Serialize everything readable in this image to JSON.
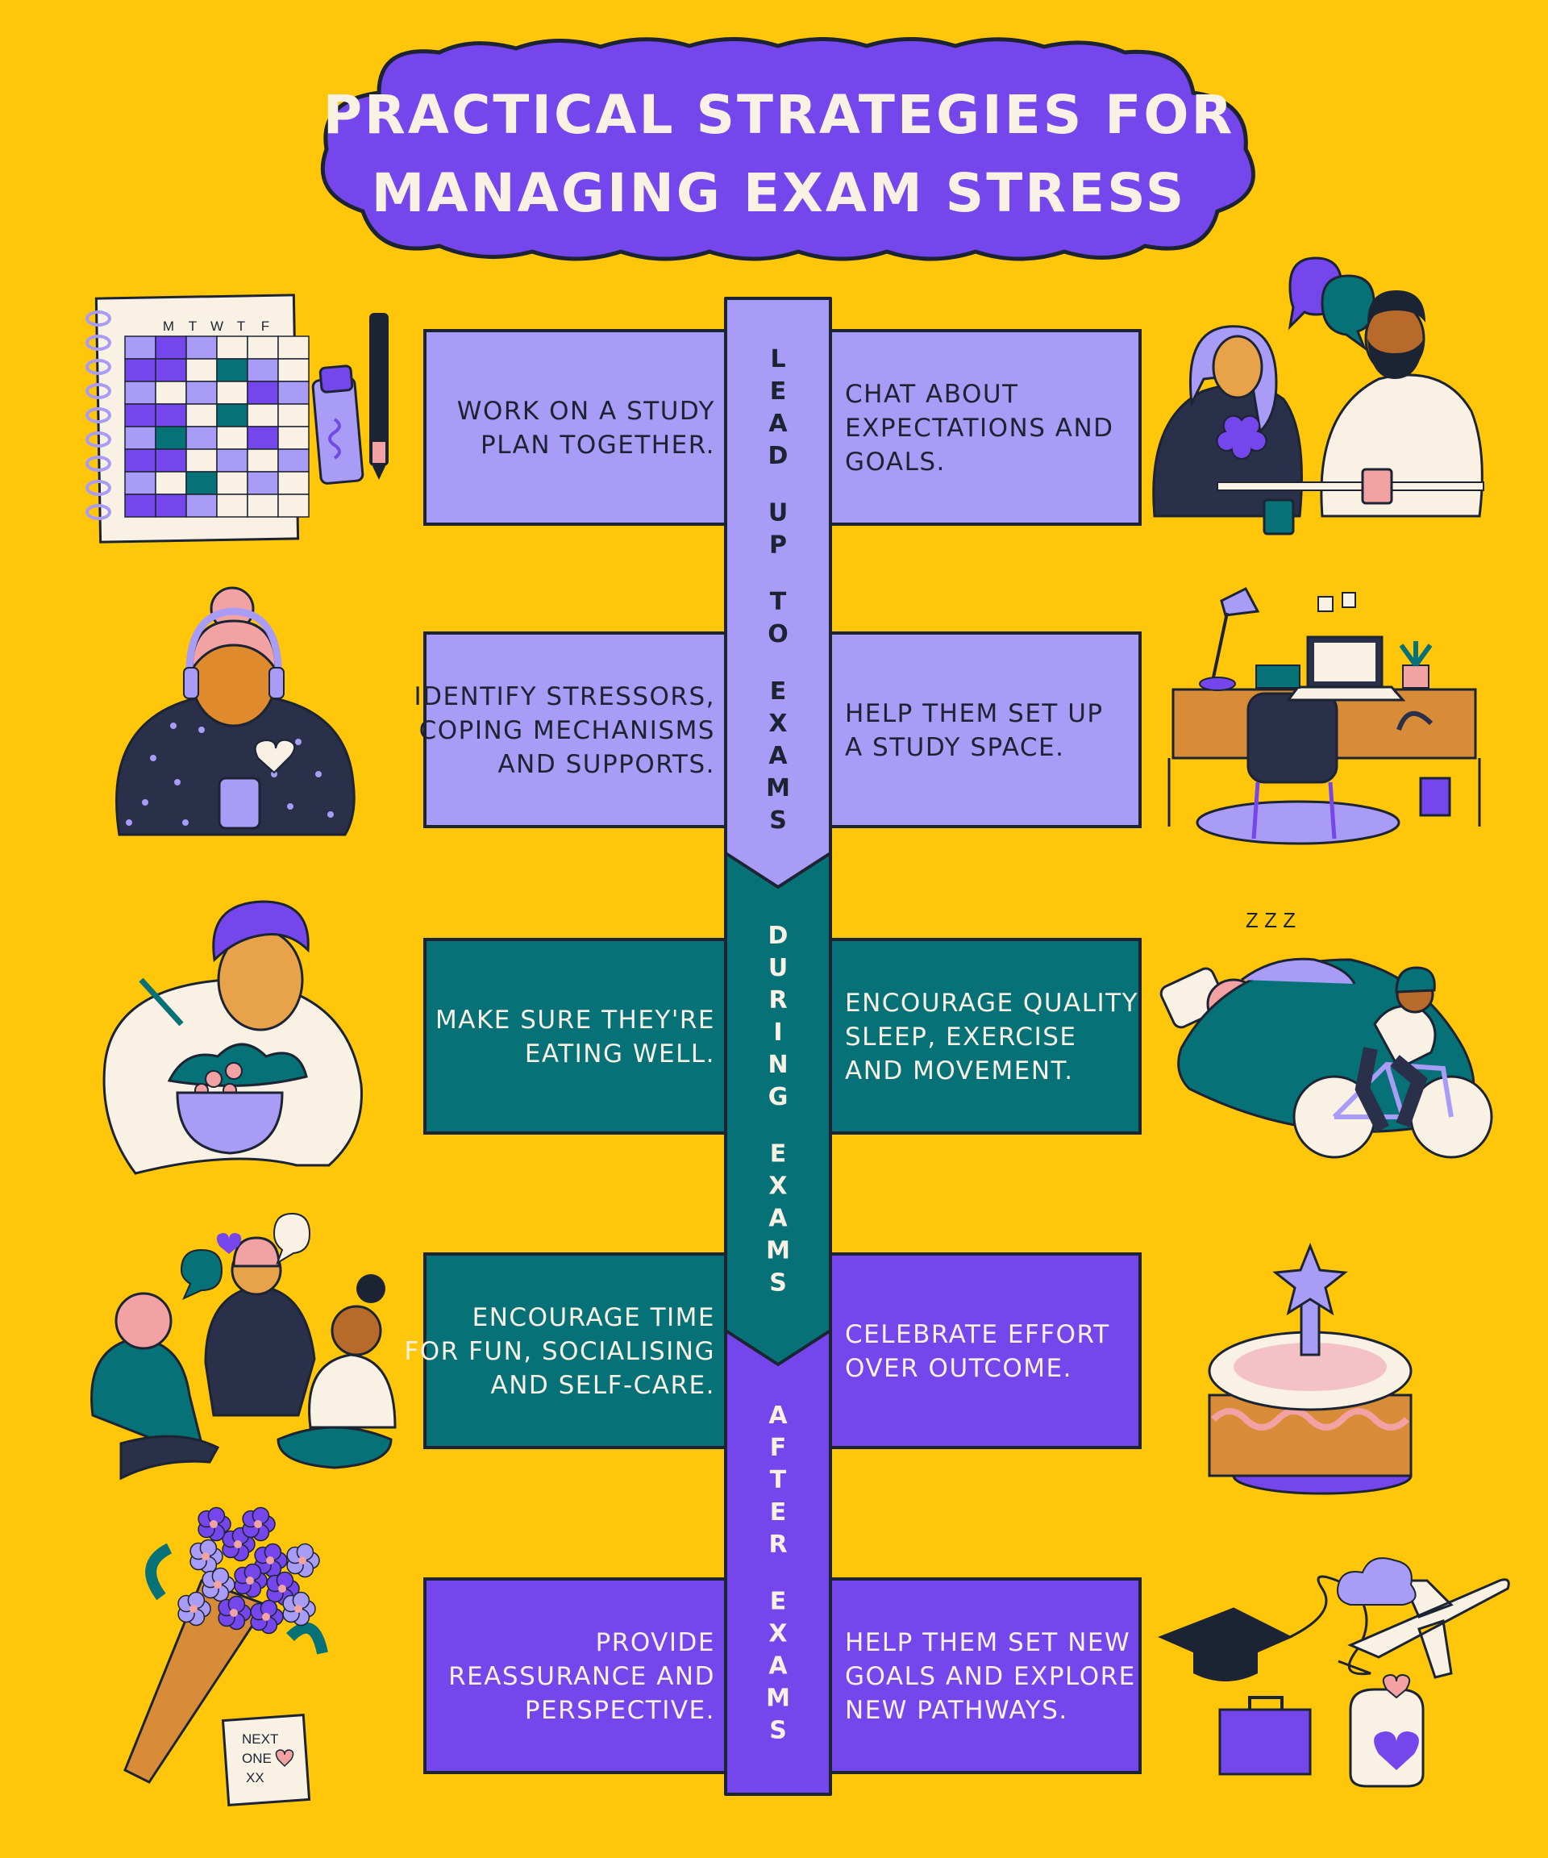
{
  "title": {
    "line1": "PRACTICAL STRATEGIES FOR",
    "line2": "MANAGING EXAM STRESS"
  },
  "phases": [
    {
      "label": "LEAD UP TO EXAMS",
      "color": "#A99CF6"
    },
    {
      "label": "DURING EXAMS",
      "color": "#067176"
    },
    {
      "label": "AFTER EXAMS",
      "color": "#7446EB"
    }
  ],
  "strategies": [
    {
      "left": [
        "WORK ON A STUDY",
        "PLAN TOGETHER."
      ],
      "right": [
        "CHAT ABOUT",
        "EXPECTATIONS AND",
        "GOALS."
      ]
    },
    {
      "left": [
        "IDENTIFY STRESSORS,",
        "COPING MECHANISMS",
        "AND SUPPORTS."
      ],
      "right": [
        "HELP THEM SET UP",
        "A STUDY SPACE."
      ]
    },
    {
      "left": [
        "MAKE SURE THEY'RE",
        "EATING WELL."
      ],
      "right": [
        "ENCOURAGE QUALITY",
        "SLEEP, EXERCISE",
        "AND MOVEMENT."
      ]
    },
    {
      "left": [
        "ENCOURAGE TIME",
        "FOR FUN, SOCIALISING",
        "AND SELF-CARE."
      ],
      "right": [
        "CELEBRATE EFFORT",
        "OVER OUTCOME."
      ]
    },
    {
      "left": [
        "PROVIDE",
        "REASSURANCE AND",
        "PERSPECTIVE."
      ],
      "right": [
        "HELP THEM SET NEW",
        "GOALS AND EXPLORE",
        "NEW PATHWAYS."
      ]
    }
  ],
  "illustrations": {
    "calendar_days": [
      "M",
      "T",
      "W",
      "T",
      "F"
    ],
    "note": [
      "NEXT",
      "ONE",
      "XX"
    ],
    "sleep_text": "Z Z Z"
  },
  "colors": {
    "background": "#FFC60A",
    "lavender": "#A99CF6",
    "teal": "#067176",
    "purple": "#7446EB",
    "cream": "#F8F1E4",
    "ink": "#1C2433"
  }
}
